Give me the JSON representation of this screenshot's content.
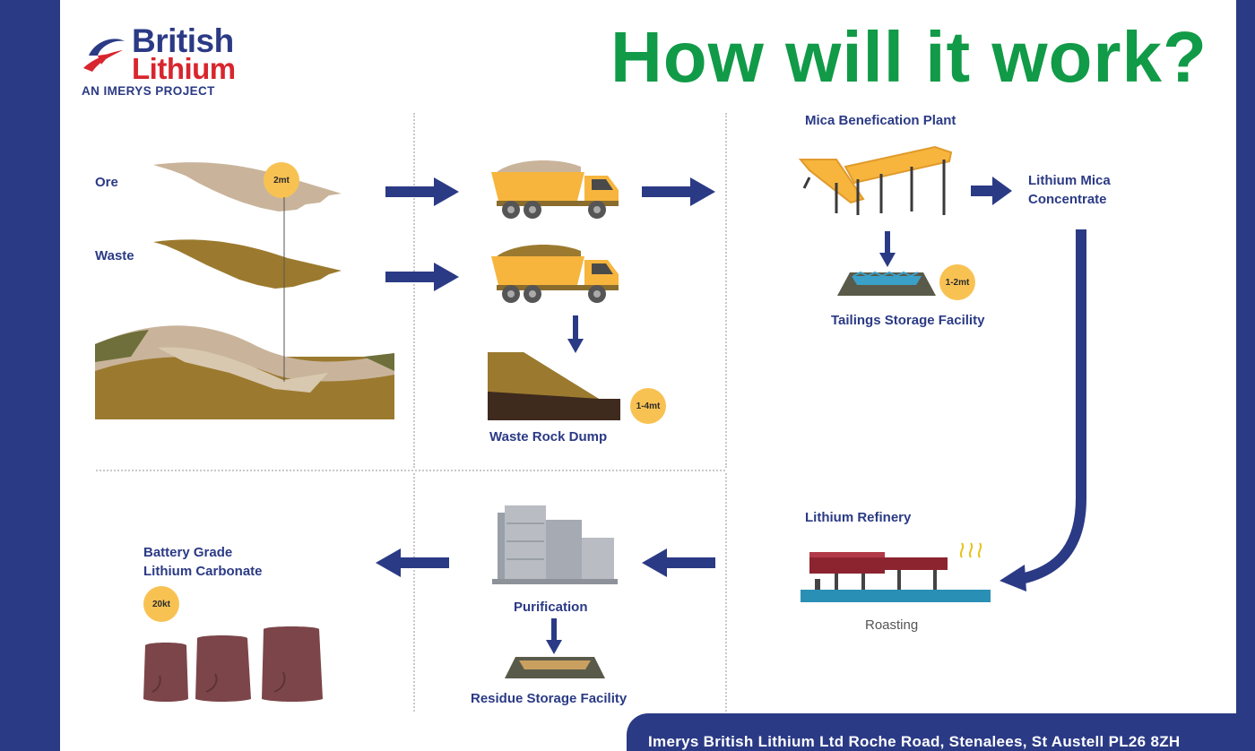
{
  "logo": {
    "line1": "British",
    "line2": "Lithium",
    "tagline": "AN IMERYS PROJECT"
  },
  "title": "How will it work?",
  "labels": {
    "ore": "Ore",
    "waste": "Waste",
    "waste_rock_dump": "Waste Rock Dump",
    "mica_plant": "Mica Benefication Plant",
    "mica_concentrate_1": "Lithium Mica",
    "mica_concentrate_2": "Concentrate",
    "tailings": "Tailings Storage Facility",
    "refinery": "Lithium Refinery",
    "roasting": "Roasting",
    "purification": "Purification",
    "residue": "Residue Storage Facility",
    "carbonate_1": "Battery Grade",
    "carbonate_2": "Lithium Carbonate"
  },
  "badges": {
    "ore": "2mt",
    "waste_dump": "1-4mt",
    "tailings": "1-2mt",
    "carbonate": "20kt"
  },
  "footer": "Imerys British Lithium Ltd Roche Road, Stenalees, St Austell PL26 8ZH",
  "colors": {
    "navy": "#2b3a85",
    "green": "#119a47",
    "red": "#d8262e",
    "badge": "#f8c253",
    "truck": "#f7b53d"
  }
}
